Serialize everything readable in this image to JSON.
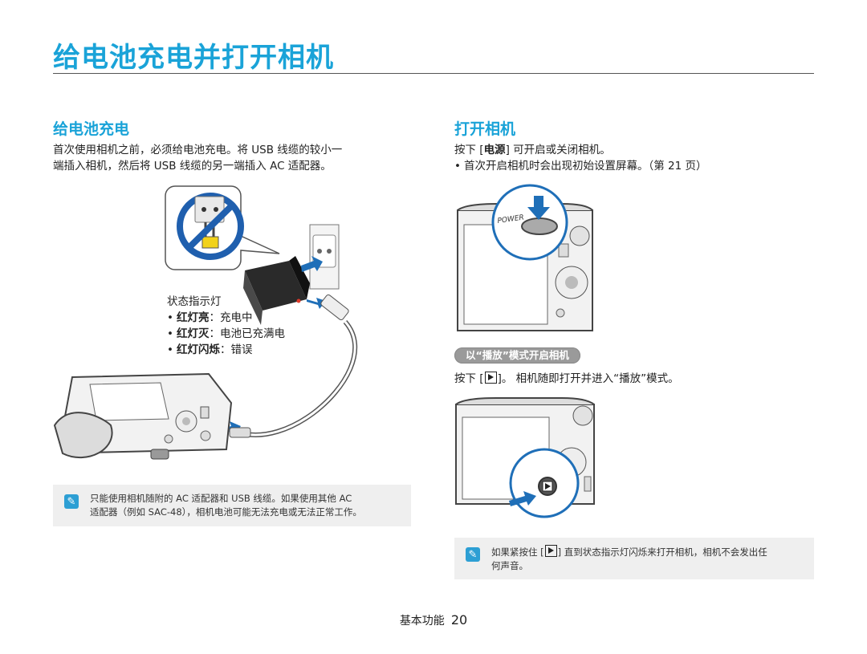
{
  "page": {
    "title": "给电池充电并打开相机",
    "page_label": "基本功能",
    "page_number": "20"
  },
  "charge": {
    "heading": "给电池充电",
    "intro_line1": "首次使用相机之前，必须给电池充电。将 USB 线缆的较小一",
    "intro_line2": "端插入相机，然后将 USB 线缆的另一端插入 AC 适配器。",
    "indicator_title": "状态指示灯",
    "indicators": [
      {
        "state": "红灯亮",
        "sep": "：",
        "meaning": "充电中"
      },
      {
        "state": "红灯灭",
        "sep": "：",
        "meaning": "电池已充满电"
      },
      {
        "state": "红灯闪烁",
        "sep": "：",
        "meaning": "错误"
      }
    ],
    "note_line1": "只能使用相机随附的 AC 适配器和 USB 线缆。如果使用其他 AC",
    "note_line2": "适配器（例如 SAC-48），相机电池可能无法充电或无法正常工作。",
    "power_label": "POWER"
  },
  "power_on": {
    "heading": "打开相机",
    "line1_pre": "按下 [",
    "line1_key": "电源",
    "line1_post": "] 可开启或关闭相机。",
    "bullet": "首次开启相机时会出现初始设置屏幕。（第 21 页）",
    "playback_pill": "以“播放”模式开启相机",
    "playback_pre": "按下 [",
    "playback_post": "]。 相机随即打开并进入“播放”模式。",
    "note_line1_pre": "如果紧按住 [",
    "note_line1_post": "] 直到状态指示灯闪烁来打开相机，相机不会发出任",
    "note_line2": "何声音。"
  },
  "colors": {
    "accent": "#1aa3d8",
    "arrow": "#1f6fb8",
    "warning": "#1f5fae"
  },
  "icons": [
    "note-icon",
    "play-key-icon",
    "prohibited-icon",
    "arrow-icon"
  ]
}
